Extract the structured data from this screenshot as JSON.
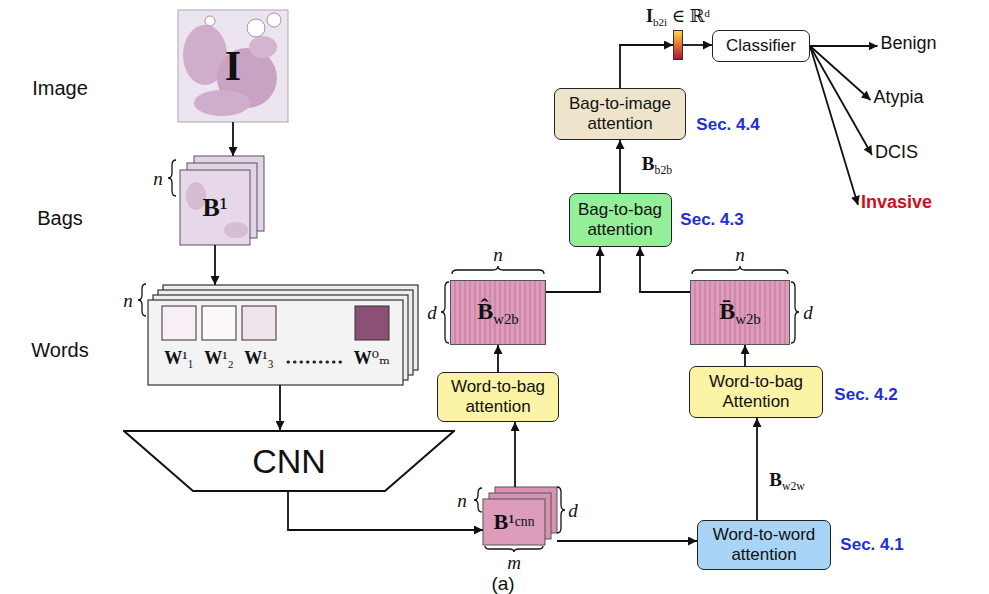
{
  "diagram": {
    "nodes": [
      {
        "text": [
          "I"
        ]
      },
      {
        "text": [
          "B¹"
        ]
      },
      {
        "text": [
          "W¹₁",
          "W¹₂",
          "W¹₃",
          "W⁰ₘ"
        ]
      },
      {
        "text": [
          "CNN"
        ]
      },
      {
        "text": [
          "B¹cnn"
        ]
      },
      {
        "text": [
          "Word-to-word attention"
        ]
      },
      {
        "text": [
          "Word-to-bag attention"
        ]
      },
      {
        "text": [
          "Word-to-bag Attention"
        ]
      },
      {
        "text": [
          "B̂w2b"
        ]
      },
      {
        "text": [
          "B̄w2b"
        ]
      },
      {
        "text": [
          "Bag-to-bag attention"
        ]
      },
      {
        "text": [
          "Bag-to-image attention"
        ]
      },
      {
        "text": [
          "Ib2i ∈ ℝᵈ"
        ]
      },
      {
        "text": [
          "Classifier"
        ]
      },
      {
        "text": [
          "Benign"
        ]
      },
      {
        "text": [
          "Atypia"
        ]
      },
      {
        "text": [
          "DCIS"
        ]
      },
      {
        "text": [
          "Invasive"
        ]
      }
    ],
    "edges": [
      {
        "from": 0,
        "to": 1,
        "arrow": "to"
      },
      {
        "from": 1,
        "to": 2,
        "arrow": "to"
      },
      {
        "from": 2,
        "to": 3,
        "arrow": "to"
      },
      {
        "from": 3,
        "to": 4,
        "arrow": "to"
      },
      {
        "from": 4,
        "to": 5,
        "arrow": "to"
      },
      {
        "from": 4,
        "to": 6,
        "arrow": "to"
      },
      {
        "from": 6,
        "to": 8,
        "arrow": "to"
      },
      {
        "from": 5,
        "to": 7,
        "arrow": "to"
      },
      {
        "from": 7,
        "to": 9,
        "arrow": "to"
      },
      {
        "from": 8,
        "to": 10,
        "arrow": "to"
      },
      {
        "from": 9,
        "to": 10,
        "arrow": "to"
      },
      {
        "from": 10,
        "to": 11,
        "arrow": "to"
      },
      {
        "from": 11,
        "to": 12,
        "arrow": "to"
      },
      {
        "from": 12,
        "to": 13,
        "arrow": "to"
      },
      {
        "from": 13,
        "to": 14,
        "arrow": "to"
      },
      {
        "from": 13,
        "to": 15,
        "arrow": "to"
      },
      {
        "from": 13,
        "to": 16,
        "arrow": "to"
      },
      {
        "from": 13,
        "to": 17,
        "arrow": "to"
      }
    ],
    "labels": [
      "Image",
      "Bags",
      "Words",
      "n",
      "n",
      "n",
      "n",
      "n",
      "d",
      "d",
      "d",
      "m",
      "Bw2w",
      "Bb2b",
      "Sec. 4.1",
      "Sec. 4.2",
      "Sec. 4.3",
      "Sec. 4.4",
      "(a)"
    ]
  }
}
